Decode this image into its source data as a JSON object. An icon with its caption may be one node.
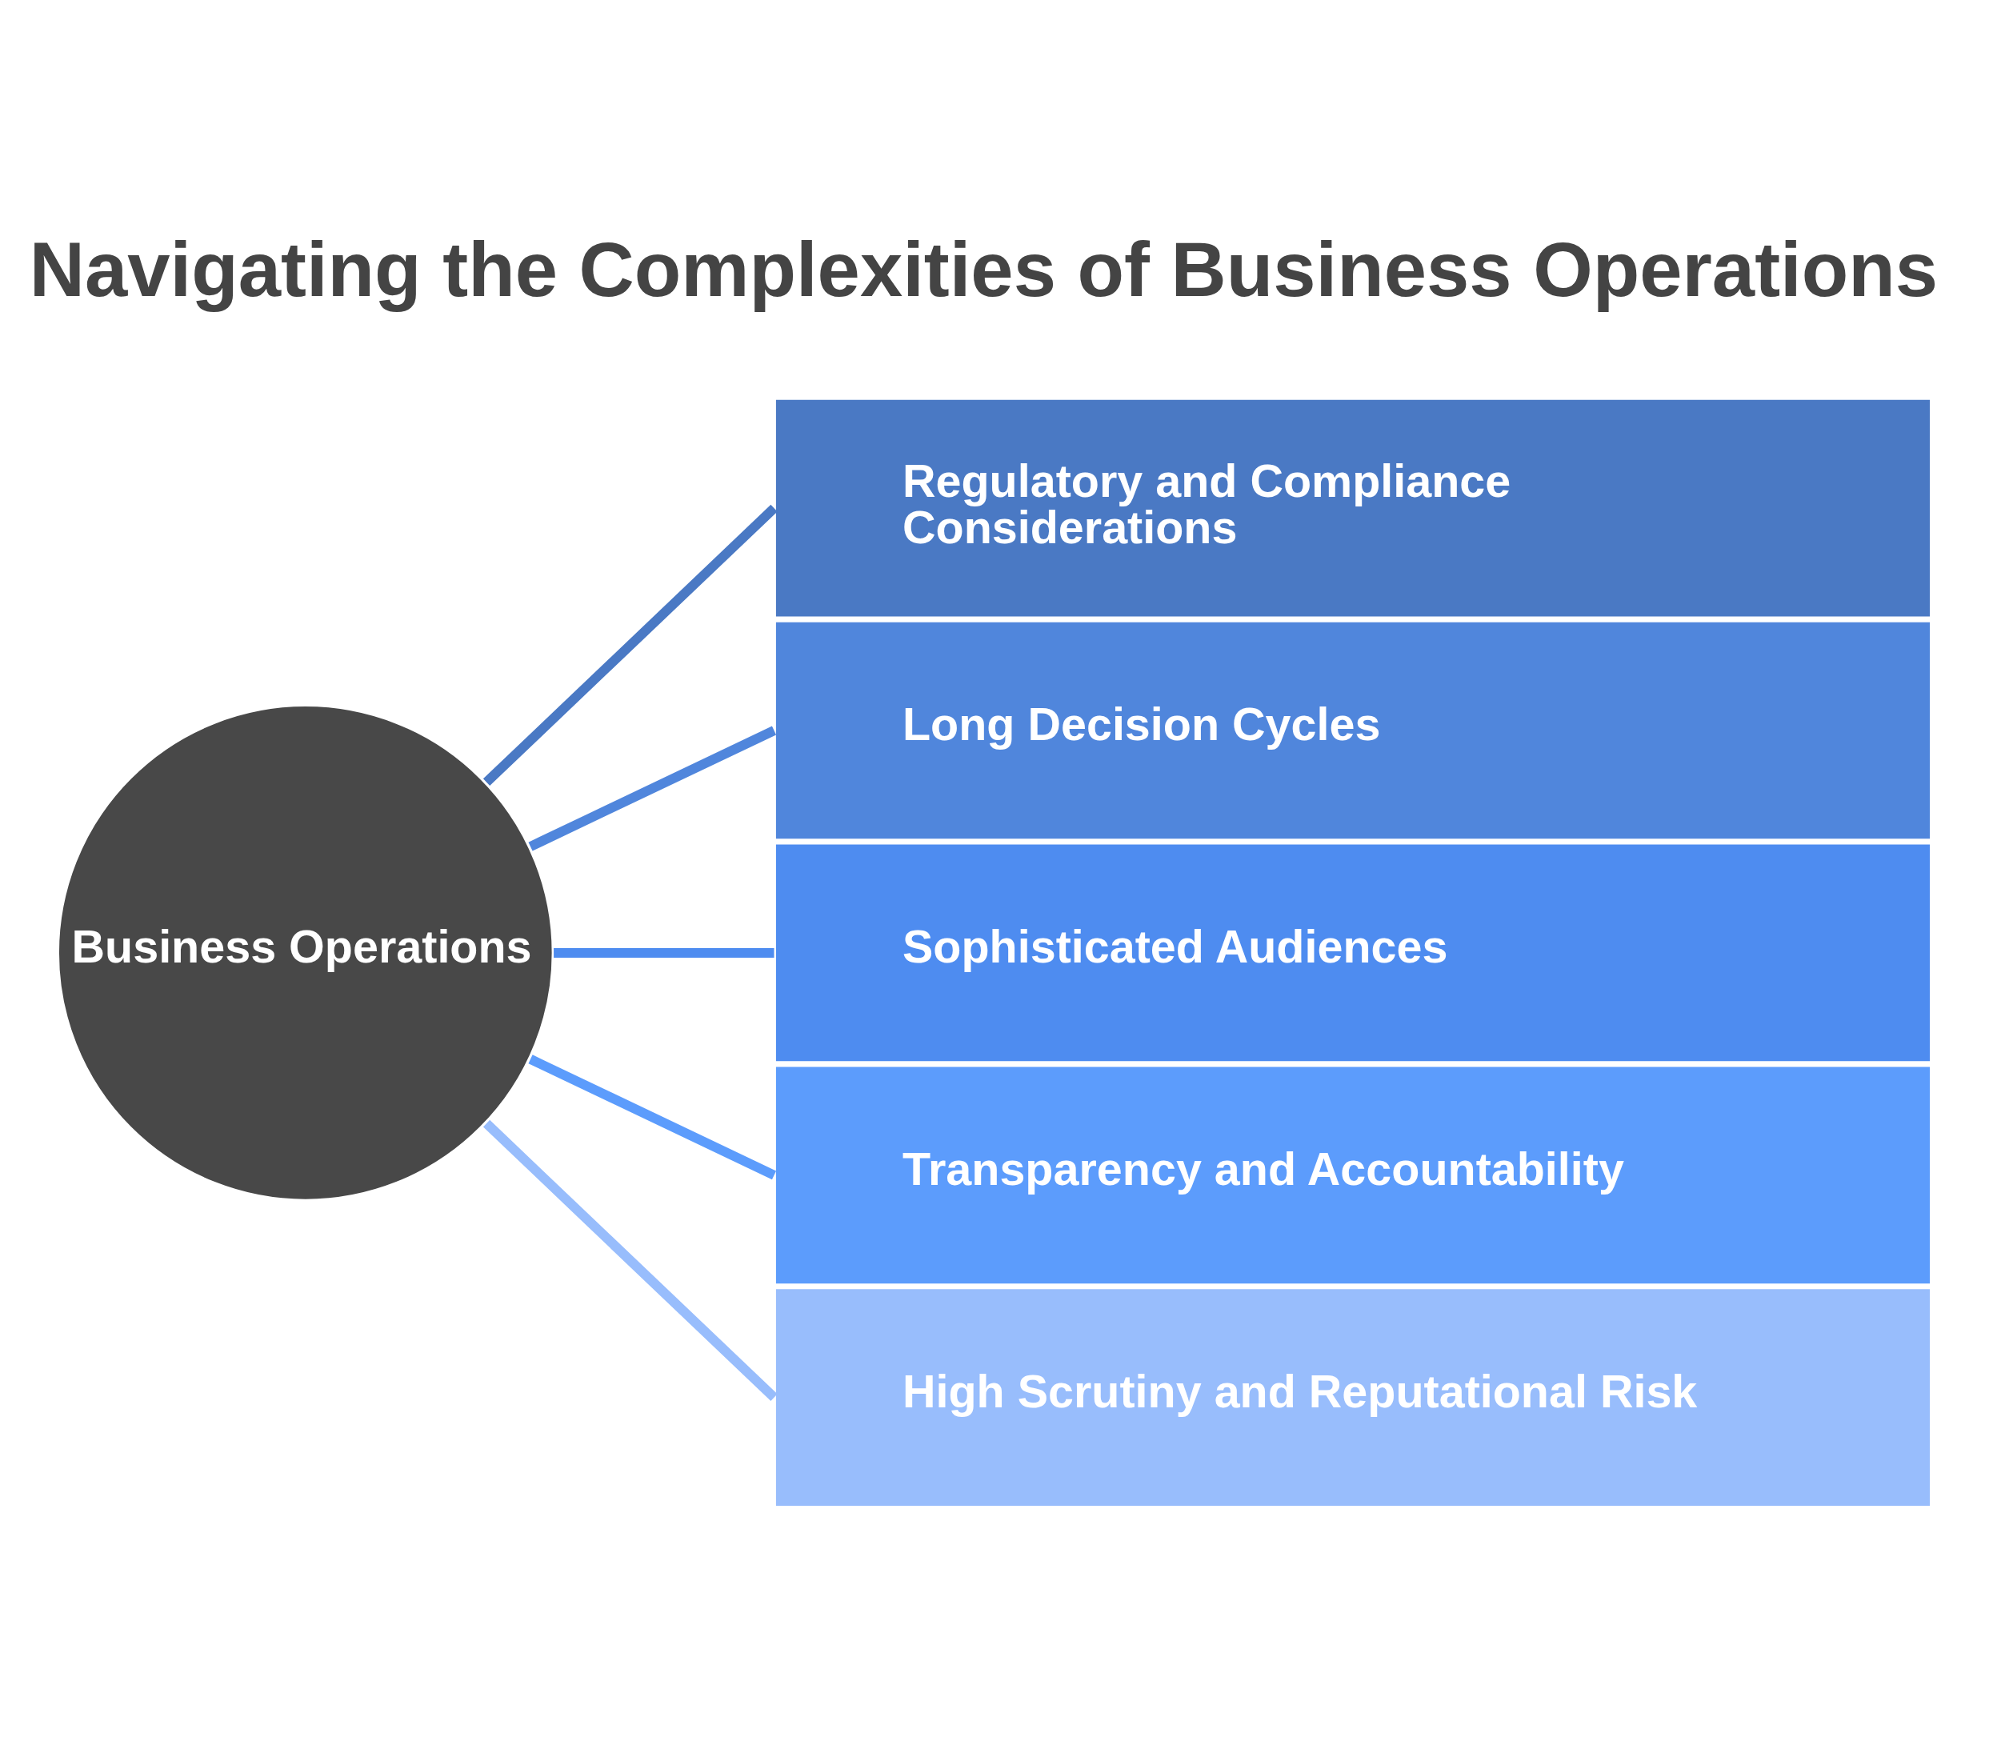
{
  "diagram": {
    "title": "Navigating the Complexities of Business Operations",
    "nodes": [
      {
        "text": [
          "Business Operations"
        ]
      },
      {
        "text": [
          "Regulatory and Compliance Considerations"
        ]
      },
      {
        "text": [
          "Long Decision Cycles"
        ]
      },
      {
        "text": [
          "Sophisticated Audiences"
        ]
      },
      {
        "text": [
          "Transparency and Accountability"
        ]
      },
      {
        "text": [
          "High Scrutiny and Reputational Risk"
        ]
      }
    ],
    "edges": [
      {
        "from": 0,
        "to": 1,
        "arrow": "none",
        "color": "#4a79c4"
      },
      {
        "from": 0,
        "to": 2,
        "arrow": "none",
        "color": "#5086dc"
      },
      {
        "from": 0,
        "to": 3,
        "arrow": "none",
        "color": "#4e8cf0"
      },
      {
        "from": 0,
        "to": 4,
        "arrow": "none",
        "color": "#5c9cfc"
      },
      {
        "from": 0,
        "to": 5,
        "arrow": "none",
        "color": "#98bdfc"
      }
    ]
  }
}
